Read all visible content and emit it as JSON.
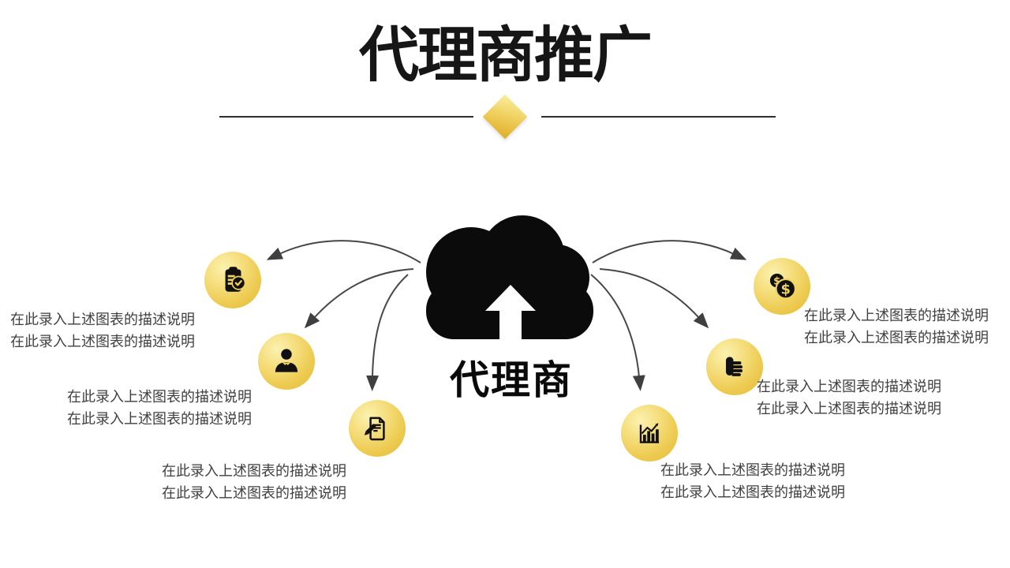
{
  "title": "代理商推广",
  "center": {
    "label": "代理商",
    "icon": "cloud-upload-icon"
  },
  "ornament": "gold-diamond",
  "colors": {
    "gold_light": "#FBF2B0",
    "gold": "#F0CE55",
    "gold_deep": "#E2B42E",
    "ink": "#161616",
    "arrow": "#3f3f3f",
    "text": "#3f3f3f"
  },
  "nodes": [
    {
      "id": "clipboard",
      "icon": "clipboard-check-icon",
      "lines": [
        "在此录入上述图表的描述说明",
        "在此录入上述图表的描述说明"
      ]
    },
    {
      "id": "person",
      "icon": "businessman-icon",
      "lines": [
        "在此录入上述图表的描述说明",
        "在此录入上述图表的描述说明"
      ]
    },
    {
      "id": "document",
      "icon": "document-edit-icon",
      "lines": [
        "在此录入上述图表的描述说明",
        "在此录入上述图表的描述说明"
      ]
    },
    {
      "id": "money",
      "icon": "dollar-coins-icon",
      "lines": [
        "在此录入上述图表的描述说明",
        "在此录入上述图表的描述说明"
      ]
    },
    {
      "id": "approval",
      "icon": "thumbs-up-icon",
      "lines": [
        "在此录入上述图表的描述说明",
        "在此录入上述图表的描述说明"
      ]
    },
    {
      "id": "growth",
      "icon": "bar-chart-icon",
      "lines": [
        "在此录入上述图表的描述说明",
        "在此录入上述图表的描述说明"
      ]
    }
  ]
}
